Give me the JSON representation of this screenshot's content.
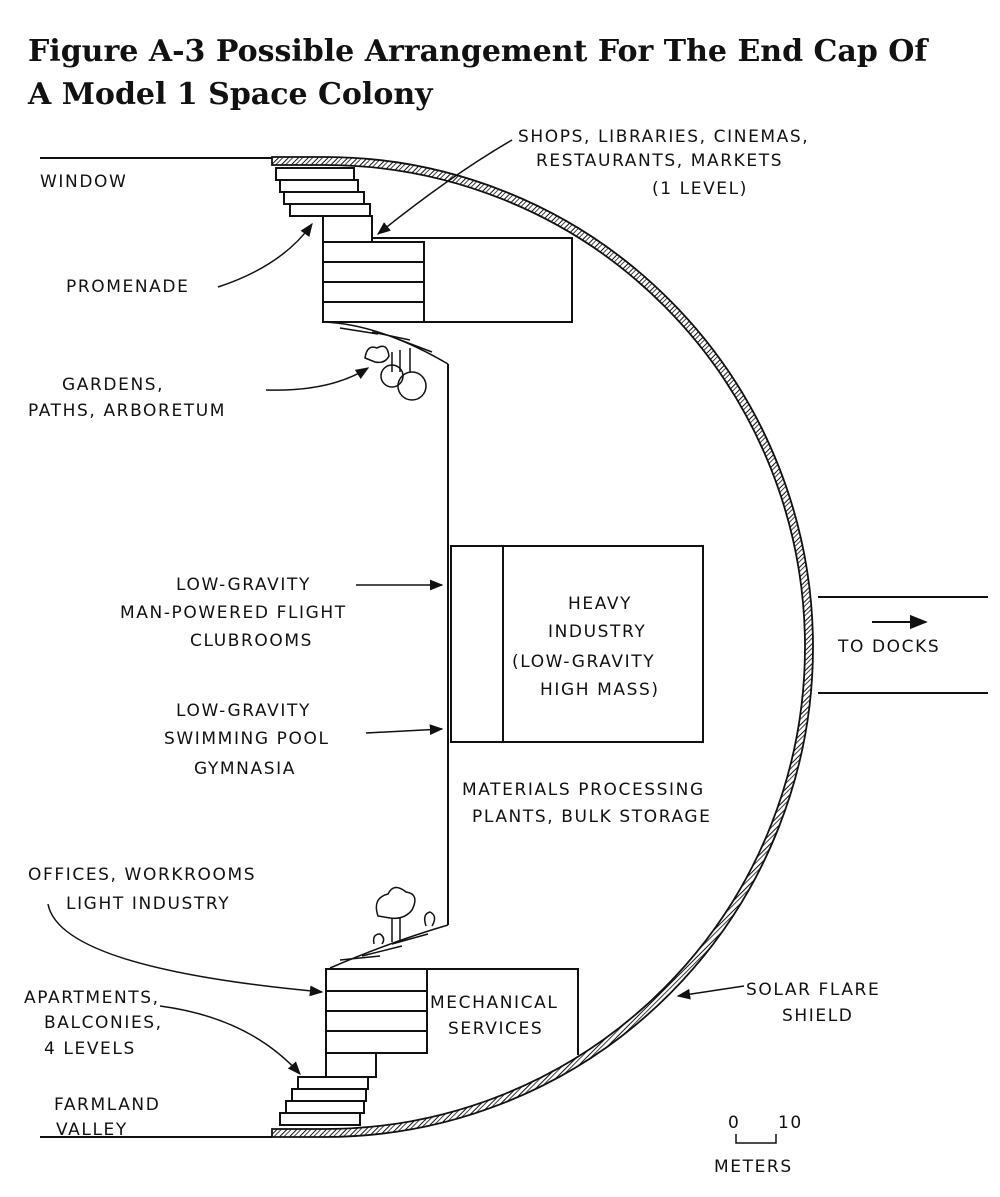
{
  "title": {
    "line1": "Figure A-3    Possible Arrangement For The End Cap Of",
    "line2": "A Model 1 Space Colony"
  },
  "labels": {
    "window": "WINDOW",
    "shops": [
      "SHOPS, LIBRARIES, CINEMAS,",
      "RESTAURANTS, MARKETS",
      "(1 LEVEL)"
    ],
    "promenade": "PROMENADE",
    "gardens": [
      "GARDENS,",
      "PATHS, ARBORETUM"
    ],
    "flight": [
      "LOW-GRAVITY",
      "MAN-POWERED FLIGHT",
      "CLUBROOMS"
    ],
    "heavy_industry": [
      "HEAVY",
      "INDUSTRY",
      "(LOW-GRAVITY",
      "HIGH MASS)"
    ],
    "docks": "TO DOCKS",
    "pool": [
      "LOW-GRAVITY",
      "SWIMMING POOL",
      "GYMNASIA"
    ],
    "materials": [
      "MATERIALS PROCESSING",
      "PLANTS, BULK STORAGE"
    ],
    "offices": [
      "OFFICES, WORKROOMS",
      "LIGHT INDUSTRY"
    ],
    "apartments": [
      "APARTMENTS,",
      "BALCONIES,",
      "4 LEVELS"
    ],
    "mechanical": [
      "MECHANICAL",
      "SERVICES"
    ],
    "solar": [
      "SOLAR FLARE",
      "SHIELD"
    ],
    "farmland": [
      "FARMLAND",
      "VALLEY"
    ],
    "scale": {
      "zero": "0",
      "ten": "10",
      "unit": "METERS"
    }
  }
}
